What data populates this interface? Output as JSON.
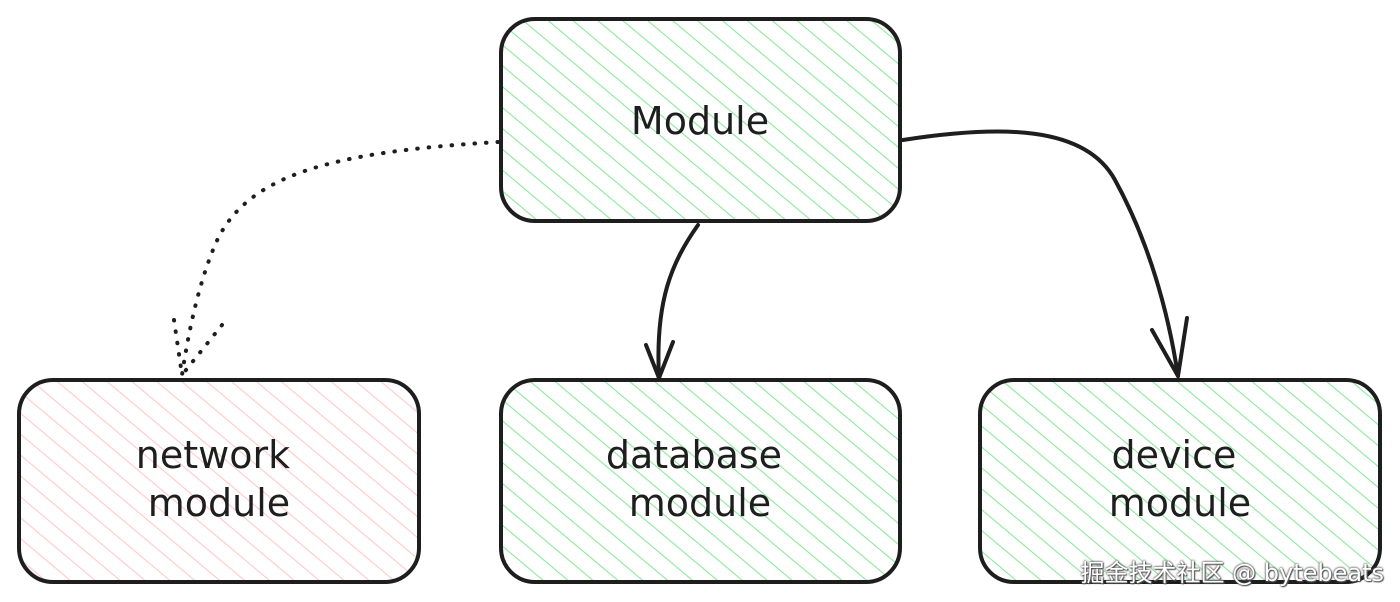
{
  "colors": {
    "stroke": "#1e1e1e",
    "green_hatch": "#8ce99a",
    "red_hatch": "#ffc9c9"
  },
  "nodes": {
    "module": {
      "lines": [
        "Module"
      ],
      "fill": "green"
    },
    "network": {
      "lines": [
        "network",
        "module"
      ],
      "fill": "red"
    },
    "database": {
      "lines": [
        "database",
        "module"
      ],
      "fill": "green"
    },
    "device": {
      "lines": [
        "device",
        "module"
      ],
      "fill": "green"
    }
  },
  "edges": [
    {
      "from": "module",
      "to": "network",
      "style": "dotted"
    },
    {
      "from": "module",
      "to": "database",
      "style": "solid"
    },
    {
      "from": "module",
      "to": "device",
      "style": "solid"
    }
  ],
  "watermark": "掘金技术社区 @ bytebeats"
}
